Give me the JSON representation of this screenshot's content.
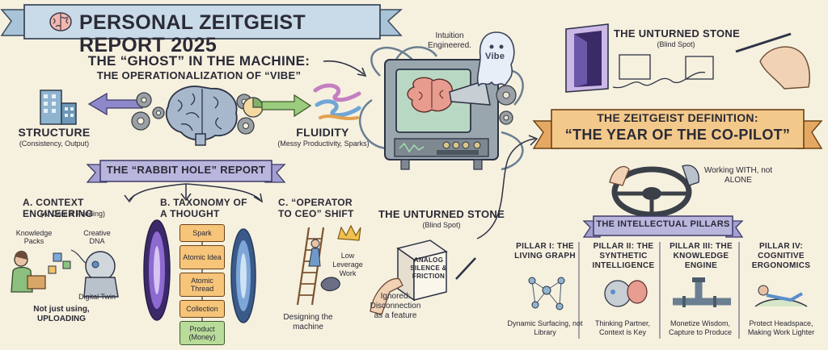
{
  "report_title": "PERSONAL ZEITGEIST REPORT 2025",
  "ghost": {
    "heading": "THE “GHOST” IN THE MACHINE:",
    "subheading": "THE OPERATIONALIZATION OF “VIBE”",
    "structure_label": "STRUCTURE",
    "structure_sub": "(Consistency, Output)",
    "fluidity_label": "FLUIDITY",
    "fluidity_sub": "(Messy Productivity, Sparks)",
    "intuition_note": "Intuition Engineered.",
    "vibe_label": "Vibe"
  },
  "rabbit_hole": {
    "banner": "THE “RABBIT HOLE” REPORT",
    "a_title": "A. CONTEXT ENGINEERING",
    "a_sub": "(AI Care & Feeding)",
    "knowledge_packs": "Knowledge Packs",
    "creative_dna": "Creative DNA",
    "digital_twin": "Digital Twin",
    "uploading_note": "Not just using, UPLOADING",
    "b_title": "B. TAXONOMY OF A THOUGHT",
    "taxonomy": [
      "Spark",
      "Atomic Idea",
      "Atomic Thread",
      "Collection",
      "Product (Money)"
    ],
    "c_title": "C. “OPERATOR TO CEO” SHIFT",
    "low_leverage": "Low Leverage Work",
    "designing": "Designing the machine"
  },
  "stone_center": {
    "title": "THE UNTURNED STONE",
    "sub": "(Blind Spot)",
    "cube_text": "ANALOG SILENCE & FRICTION",
    "ignored": "Ignored: Disconnection as a feature"
  },
  "stone_top": {
    "title": "THE UNTURNED STONE",
    "sub": "(Blind Spot)"
  },
  "zeitgeist": {
    "line1": "THE ZEITGEIST DEFINITION:",
    "line2": "“THE YEAR OF THE CO-PILOT”",
    "working_with": "Working WITH, not ALONE"
  },
  "pillars": {
    "banner": "THE INTELLECTUAL PILLARS",
    "items": [
      {
        "title": "PILLAR I: THE LIVING GRAPH",
        "caption": "Dynamic Surfacing, not Library"
      },
      {
        "title": "PILLAR II: THE SYNTHETIC INTELLIGENCE",
        "caption": "Thinking Partner, Context is Key"
      },
      {
        "title": "PILLAR III: THE KNOWLEDGE ENGINE",
        "caption": "Monetize Wisdom, Capture to Produce"
      },
      {
        "title": "PILLAR IV: COGNITIVE ERGONOMICS",
        "caption": "Protect Headspace, Making Work Lighter"
      }
    ]
  },
  "colors": {
    "background": "#f6f0df",
    "banner_blue": "#c9dbe8",
    "banner_purple": "#b9b6de",
    "banner_orange": "#f3c98b",
    "taxonomy_fill": "#f6c57a",
    "product_fill": "#b9dc9a",
    "ink": "#2a2a35"
  }
}
